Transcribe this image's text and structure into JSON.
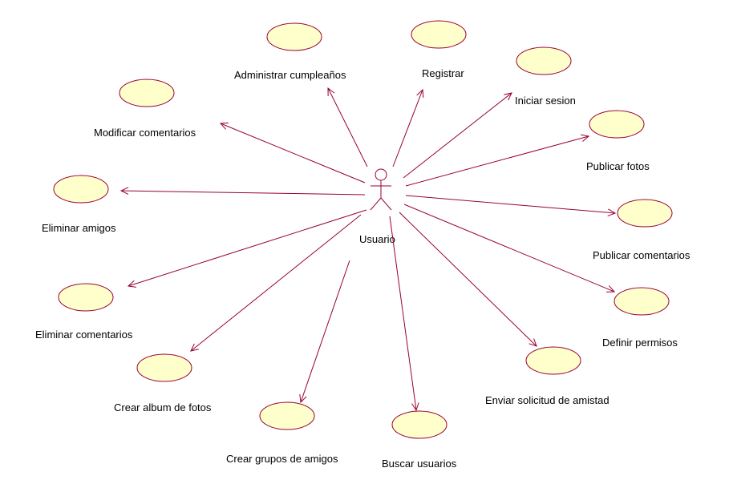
{
  "actor": {
    "label": "Usuario"
  },
  "use_cases": [
    {
      "id": "administrar-cumpleanos",
      "label": "Administrar cumpleaños"
    },
    {
      "id": "registrar",
      "label": "Registrar"
    },
    {
      "id": "iniciar-sesion",
      "label": "Iniciar sesion"
    },
    {
      "id": "publicar-fotos",
      "label": "Publicar fotos"
    },
    {
      "id": "publicar-comentarios",
      "label": "Publicar comentarios"
    },
    {
      "id": "definir-permisos",
      "label": "Definir permisos"
    },
    {
      "id": "enviar-solicitud",
      "label": "Enviar solicitud de amistad"
    },
    {
      "id": "buscar-usuarios",
      "label": "Buscar usuarios"
    },
    {
      "id": "crear-grupos",
      "label": "Crear grupos de amigos"
    },
    {
      "id": "crear-album",
      "label": "Crear album de fotos"
    },
    {
      "id": "eliminar-comentarios",
      "label": "Eliminar comentarios"
    },
    {
      "id": "eliminar-amigos",
      "label": "Eliminar amigos"
    },
    {
      "id": "modificar-comentarios",
      "label": "Modificar comentarios"
    }
  ],
  "colors": {
    "line": "#990033",
    "fill": "#ffffcc"
  }
}
